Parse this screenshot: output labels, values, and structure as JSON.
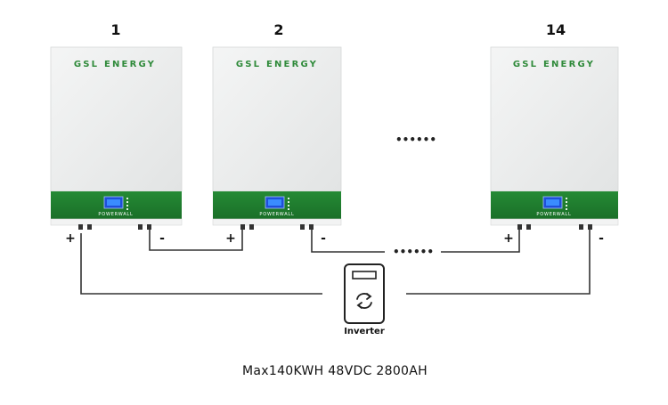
{
  "batteries": [
    {
      "number": "1",
      "brand": "GSL ENERGY",
      "model": "POWERWALL"
    },
    {
      "number": "2",
      "brand": "GSL ENERGY",
      "model": "POWERWALL"
    },
    {
      "number": "14",
      "brand": "GSL ENERGY",
      "model": "POWERWALL"
    }
  ],
  "ellipsis": "••••••",
  "terminals": {
    "positive": "+",
    "negative": "-"
  },
  "inverter": {
    "label": "Inverter",
    "icon": "refresh-cycle-icon"
  },
  "caption": "Max140KWH 48VDC 2800AH",
  "colors": {
    "brand_green": "#2f8a3a",
    "panel_green": "#1e7f2f",
    "display_blue": "#1e4fd8",
    "casing": "#eceeee",
    "wire": "#333333"
  }
}
